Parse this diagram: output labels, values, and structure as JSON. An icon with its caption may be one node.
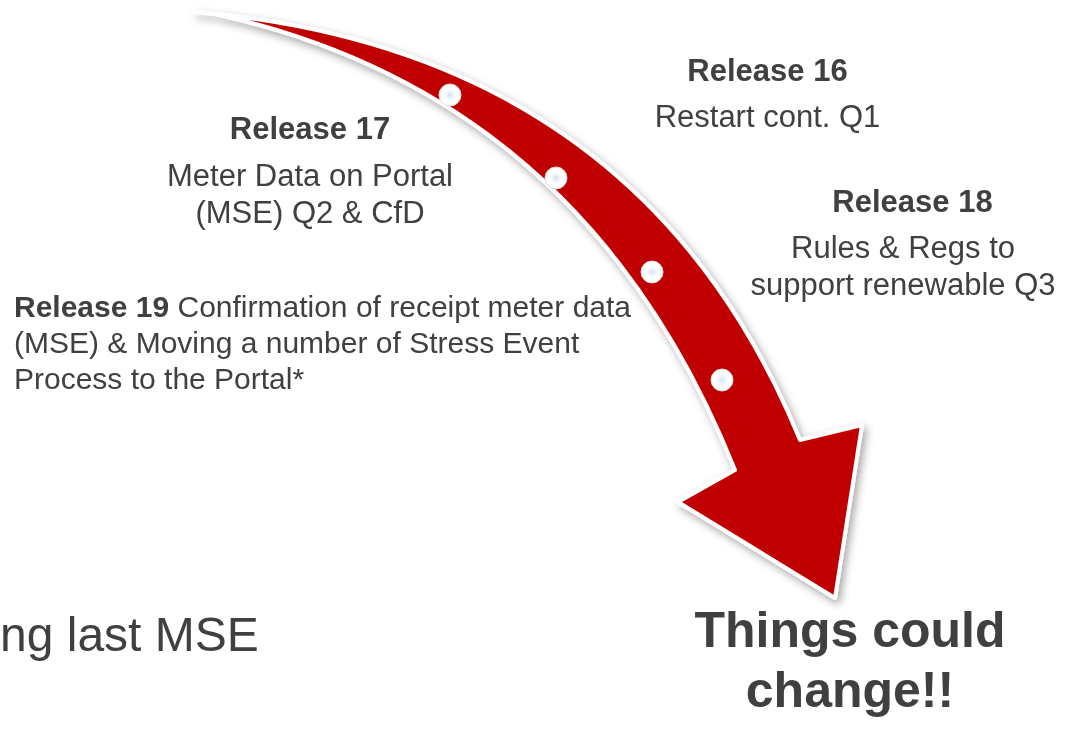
{
  "diagram": {
    "labels": [
      "Release 16",
      "Restart cont. Q1",
      "Release 17",
      "Meter Data on Portal (MSE) Q2 & CfD",
      "Release 18",
      "Rules & Regs to support renewable Q3",
      "**Release 19** Confirmation of receipt meter data (MSE) & Moving a number of Stress Event Process to the Portal*",
      "ng last MSE",
      "Things could change!!"
    ]
  }
}
